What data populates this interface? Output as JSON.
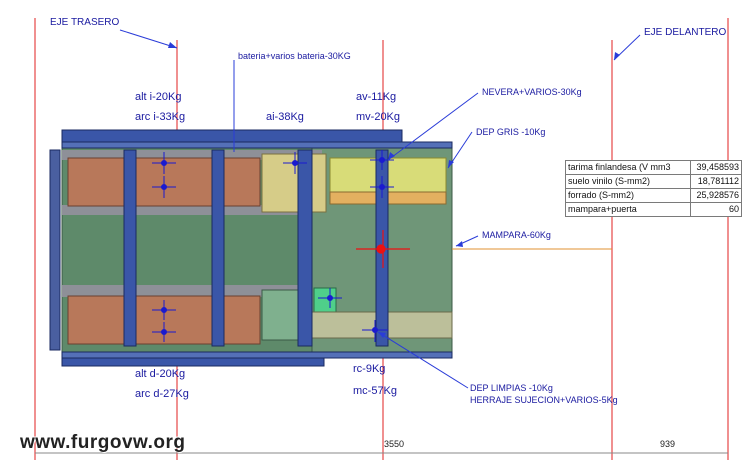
{
  "labels": {
    "eje_trasero": "EJE TRASERO",
    "eje_delantero": "EJE DELANTERO",
    "bateria": "bateria+varios bateria-30KG",
    "alt_i": "alt i-20Kg",
    "arc_i": "arc i-33Kg",
    "ai": "ai-38Kg",
    "av": "av-11Kg",
    "mv": "mv-20Kg",
    "nevera": "NEVERA+VARIOS-30Kg",
    "dep_gris": "DEP GRIS -10Kg",
    "mampara": "MAMPARA-60Kg",
    "alt_d": "alt d-20Kg",
    "arc_d": "arc d-27Kg",
    "rc": "rc-9Kg",
    "mc": "mc-57Kg",
    "dep_limpias": "DEP LIMPIAS -10Kg",
    "herraje": "HERRAJE SUJECION+VARIOS-5Kg"
  },
  "dimensions": {
    "wheelbase": "3550",
    "front_overhang": "939"
  },
  "table": [
    {
      "key": "tarima finlandesa (V mm3",
      "value": "39,458593"
    },
    {
      "key": "suelo vinilo (S-mm2)",
      "value": "18,781112"
    },
    {
      "key": "forrado (S-mm2)",
      "value": "25,928576"
    },
    {
      "key": "mampara+puerta",
      "value": "60"
    }
  ],
  "watermark": "www.furgovw.org",
  "colors": {
    "axis_red": "#e02020",
    "annotation_blue": "#1a1aa0",
    "leader_blue": "#2a3cd8",
    "frame_blue": "#3a56a8",
    "floor_green": "#5e8a6a",
    "cabinet_brown": "#b8785a",
    "fridge_yellow": "#d8dc78",
    "cog_red": "#ee1111"
  }
}
